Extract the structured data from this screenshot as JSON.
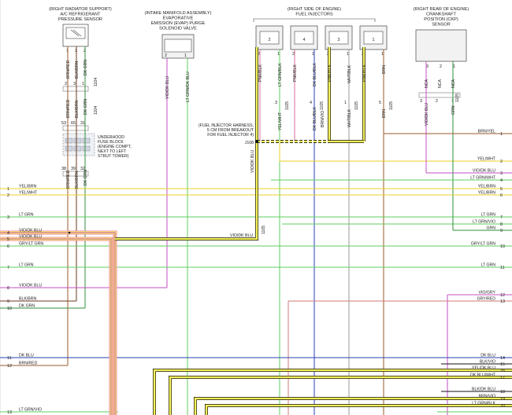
{
  "components": {
    "ac_sensor": {
      "lines": [
        "(RIGHT RADIATOR SUPPORT)",
        "A/C REFRIGERANT",
        "PRESSURE SENSOR"
      ]
    },
    "evap": {
      "lines": [
        "(INTAKE MANIFOLD ASSEMBLY)",
        "EVAPORATIVE",
        "EMISSION (EVAP) PURGE",
        "SOLENOID VALVE"
      ]
    },
    "injectors": {
      "lines": [
        "(RIGHT SIDE OF ENGINE)",
        "FUEL INJECTORS"
      ],
      "numbers": [
        "2",
        "4",
        "3",
        "1"
      ]
    },
    "ckp": {
      "lines": [
        "(RIGHT REAR OF ENGINE)",
        "CRANKSHAFT",
        "POSITION (CKP)",
        "SENSOR"
      ]
    },
    "fuse_block": {
      "lines": [
        "UNDERHOOD",
        "FUSE BLOCK",
        "(ENGINE COMPT,",
        "NEXT TO LEFT",
        "STRUT TOWER)"
      ]
    },
    "harness_note": {
      "lines": [
        "(FUEL INJECTOR HARNESS,",
        "5 CM FROM BREAKOUT",
        "FOR FUEL INJECTOR 4)"
      ]
    },
    "splice": "J108"
  },
  "vertical_labels": {
    "ac": [
      "BRN/RED",
      "BLK/BRN",
      "DK GRN",
      "BRN/RED",
      "BLK/BRN",
      "DK GRN",
      "BRN/RED",
      "BLK/BRN",
      "DK GRN"
    ],
    "ac_pins": [
      "1",
      "3",
      "2",
      "2",
      "3",
      "1",
      "53",
      "65",
      "31",
      "38",
      "39",
      "32"
    ],
    "ac_ref": [
      "1104",
      "1104"
    ],
    "evap": [
      "VIO/DK BLU",
      "LT GRN/DK BLU"
    ],
    "evap_pins": [
      "2",
      "1"
    ],
    "inj_top": [
      "PNK/BLK",
      "LT GRN/BLK",
      "PNK/BLK",
      "DK BLU/BLK",
      "PNK/BLK",
      "WHT/BLK",
      "PNK/BLK",
      "BRN"
    ],
    "inj_bottom": [
      "LT GRN/BLK",
      "YEL/WHT",
      "DK BLU/BLK",
      "BRN/VIO",
      "WHT/BLK",
      "BRN"
    ],
    "inj_pins": [
      "2",
      "1",
      "2",
      "1",
      "2",
      "1",
      "2",
      "1"
    ],
    "inj_refs": [
      "1105",
      "1105",
      "1105",
      "1105"
    ],
    "inj_sub_pins": [
      "3",
      "4",
      "1",
      "5"
    ],
    "vio_blu": [
      "VIO/DK BLU",
      "VIO/DK BLU"
    ],
    "vio_ref": "1105",
    "ckp": [
      "VIO/DK BLU",
      "NCA",
      "NCA",
      "GRN",
      "NCA",
      "NCA"
    ],
    "ckp_pins": [
      "3",
      "2",
      "1",
      "3",
      "2",
      "1"
    ],
    "ckp_ref": "1105"
  },
  "left_wires": [
    {
      "pin": "1",
      "label": "YEL/BRN"
    },
    {
      "pin": "2",
      "label": "YEL/WHT"
    },
    {
      "pin": "3",
      "label": "LT GRN"
    },
    {
      "pin": "4",
      "label": "VIO/DK BLU"
    },
    {
      "pin": "5",
      "label": "VIO/DK BLU"
    },
    {
      "pin": "6",
      "label": "GRY/LT GRN"
    },
    {
      "pin": "7",
      "label": "LT GRN"
    },
    {
      "pin": "8",
      "label": "VIO/DK BLU"
    },
    {
      "pin": "9",
      "label": "BLK/BRN"
    },
    {
      "pin": "10",
      "label": "DK GRN"
    },
    {
      "pin": "11",
      "label": "DK BLU"
    },
    {
      "pin": "12",
      "label": "BRN/RED"
    },
    {
      "pin": "13",
      "label": "LT GRN/VIO"
    }
  ],
  "right_wires": [
    {
      "pin": "1",
      "label": "BRN/YEL"
    },
    {
      "pin": "2",
      "label": "YEL/WHT"
    },
    {
      "pin": "3",
      "label": "VIO/DK BLU"
    },
    {
      "pin": "4",
      "label": "LT GRN/WHT"
    },
    {
      "pin": "5",
      "label": "YEL/BRN"
    },
    {
      "pin": "6",
      "label": "YEL/BRN"
    },
    {
      "pin": "7",
      "label": "LT GRN"
    },
    {
      "pin": "8",
      "label": "LT GRN/VIO"
    },
    {
      "pin": "9",
      "label": "GRN"
    },
    {
      "pin": "10",
      "label": "GRY/LT GRN"
    },
    {
      "pin": "11",
      "label": "LT GRN"
    },
    {
      "pin": "12",
      "label": "VIO/GRY"
    },
    {
      "pin": "13",
      "label": "GRY/RED"
    },
    {
      "pin": "14",
      "label": "DK BLU"
    },
    {
      "pin": "15",
      "label": "BLK/VIO"
    },
    {
      "pin": "16",
      "label": "YEL/DK BLU"
    },
    {
      "pin": "17",
      "label": "DK BLU/WHT"
    },
    {
      "pin": "18",
      "label": "BLK/DK BLU"
    },
    {
      "pin": "19",
      "label": "BRN/VIO"
    },
    {
      "pin": "20",
      "label": "LT GRN/BLK"
    }
  ],
  "mid_labels": {
    "vio_dk_blu": "VIO/DK BLU",
    "vio_dk_blu_ref": "1105"
  },
  "colors": {
    "highlight": "#f5f25a",
    "highlight_edge": "#f07ab7",
    "wire_black": "#111111",
    "violet": "#c64fc6",
    "light_green": "#5fcf5f",
    "yellow": "#e8d22a",
    "brown": "#9a5a2a",
    "dark_blue": "#2a3fb5",
    "gray_red": "#d07a7a",
    "dark_green": "#2f8f3a",
    "pink_blk": "#d76a9a"
  }
}
